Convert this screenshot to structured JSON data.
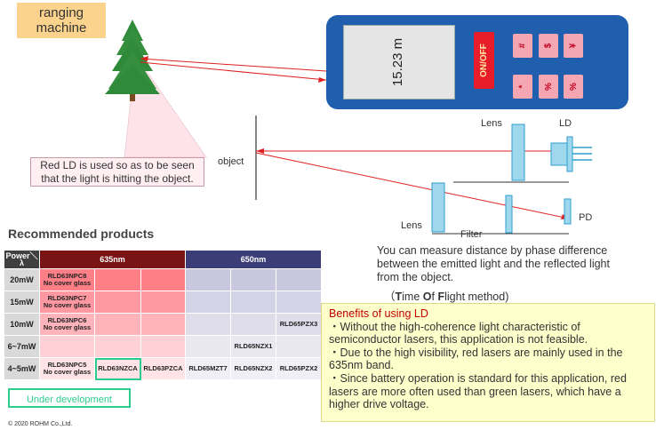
{
  "title": "ranging\nmachine",
  "device": {
    "reading": "15.23",
    "unit": "m",
    "power_label": "ON/OFF",
    "keys": [
      "#",
      "$",
      "¥",
      "*",
      "%",
      "%"
    ]
  },
  "labels": {
    "lens_top": "Lens",
    "ld": "LD",
    "pd": "PD",
    "lens_bottom": "Lens",
    "filter": "Filter",
    "object": "object"
  },
  "red_ld_note": "Red LD is used so as to be seen\nthat the light is hitting the object.",
  "tof_text": "You can measure distance by phase difference between the emitted light and the reflected light from the object.",
  "tof_method": {
    "open": "（",
    "t": "T",
    "ime": "ime ",
    "o": "O",
    "f_word": "f ",
    "f": "F",
    "light": "light method)"
  },
  "recommended_title": "Recommended products",
  "table": {
    "corner": "Power＼λ",
    "wl_635": "635nm",
    "wl_650": "650nm",
    "rows": [
      {
        "power": "20mW",
        "cells": [
          "RLD63NPC8\nNo cover glass",
          "",
          "",
          "",
          "",
          ""
        ]
      },
      {
        "power": "15mW",
        "cells": [
          "RLD63NPC7\nNo cover glass",
          "",
          "",
          "",
          "",
          ""
        ]
      },
      {
        "power": "10mW",
        "cells": [
          "RLD63NPC6\nNo cover glass",
          "",
          "",
          "",
          "",
          "RLD65PZX3"
        ]
      },
      {
        "power": "6~7mW",
        "cells": [
          "",
          "",
          "",
          "",
          "RLD65NZX1",
          ""
        ]
      },
      {
        "power": "4~5mW",
        "cells": [
          "RLD63NPC5\nNo cover glass",
          "RLD63NZCA",
          "RLD63PZCA",
          "RLD65MZT7",
          "RLD65NZX2",
          "RLD65PZX2"
        ]
      }
    ]
  },
  "under_development": "Under development",
  "copyright": "© 2020 ROHM Co.,Ltd.",
  "benefits": {
    "title": "Benefits of using LD",
    "items": [
      "・Without the high-coherence light characteristic of semiconductor lasers, this application is not feasible.",
      "・Due to the high visibility, red lasers are mainly used in the 635nm band.",
      "・Since battery operation is standard for this application, red lasers are more often used than green lasers, which have a higher drive voltage."
    ]
  }
}
